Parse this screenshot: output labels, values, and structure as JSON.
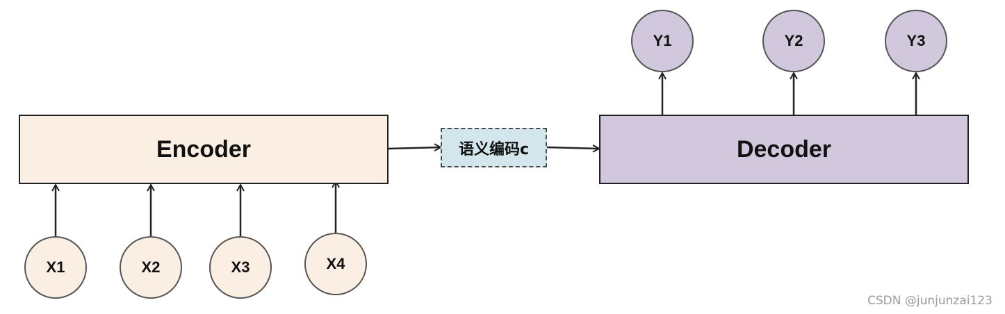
{
  "encoder": {
    "label": "Encoder"
  },
  "decoder": {
    "label": "Decoder"
  },
  "semantic_code": {
    "label": "语义编码c"
  },
  "inputs": [
    "X1",
    "X2",
    "X3",
    "X4"
  ],
  "outputs": [
    "Y1",
    "Y2",
    "Y3"
  ],
  "watermark": "CSDN @junjunzai123",
  "colors": {
    "encoder": "#fbeee3",
    "decoder": "#d2c8dd",
    "semantic": "#d3e6ec",
    "line": "#222222"
  }
}
